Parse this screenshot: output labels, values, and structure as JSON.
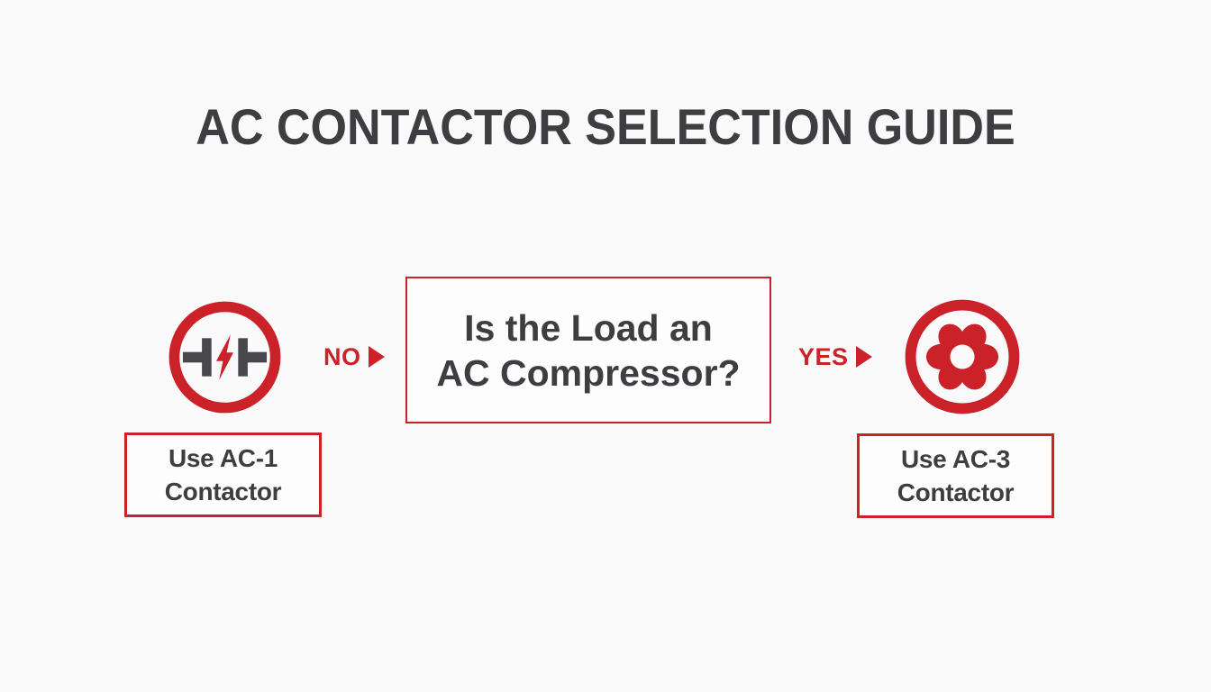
{
  "title": "AC CONTACTOR SELECTION GUIDE",
  "palette": {
    "accent_red": "#cb2128",
    "text_dark": "#3e3d41",
    "contact_gray": "#48484c",
    "background": "#fbfafa"
  },
  "decision_box": {
    "line1": "Is the Load an",
    "line2": "AC Compressor?"
  },
  "branch_no": {
    "label": "NO",
    "icon": "contactor-icon",
    "result": {
      "line1": "Use AC-1",
      "line2": "Contactor"
    }
  },
  "branch_yes": {
    "label": "YES",
    "icon": "fan-icon",
    "result": {
      "line1": "Use AC-3",
      "line2": "Contactor"
    }
  }
}
